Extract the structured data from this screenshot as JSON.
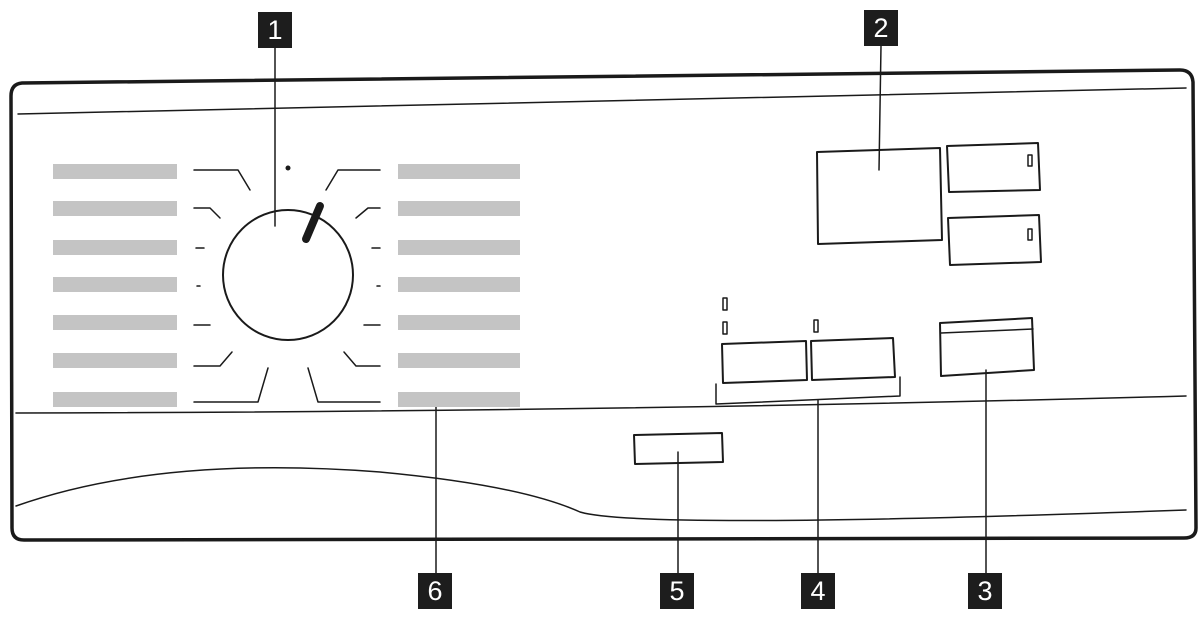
{
  "figure": {
    "callouts": [
      {
        "id": "1",
        "label": "1"
      },
      {
        "id": "2",
        "label": "2"
      },
      {
        "id": "3",
        "label": "3"
      },
      {
        "id": "4",
        "label": "4"
      },
      {
        "id": "5",
        "label": "5"
      },
      {
        "id": "6",
        "label": "6"
      }
    ],
    "colors": {
      "line": "#1a1a1a",
      "label_bar": "#c4c4c4",
      "callout_bg": "#1d1d1d",
      "callout_text": "#ffffff",
      "background": "#ffffff"
    }
  }
}
